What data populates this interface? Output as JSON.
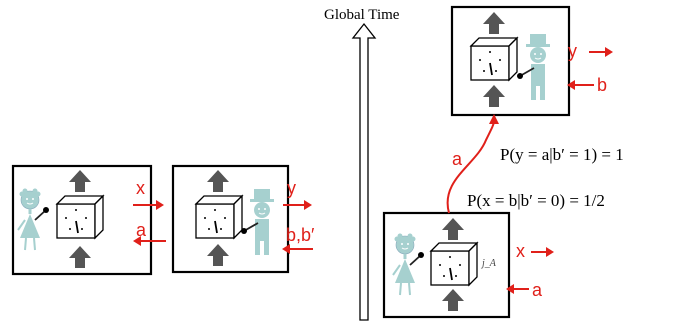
{
  "global_time_label": "Global Time",
  "box1": {
    "out_label": "x",
    "in_label": "a"
  },
  "box2": {
    "out_label": "y",
    "in_label": "b,b′"
  },
  "box3": {
    "out_label": "x",
    "in_label": "a",
    "clock_label": "j_A"
  },
  "box4": {
    "out_label": "y",
    "in_label": "b"
  },
  "transit_label": "a",
  "eq_upper": "P(y = a|b′ = 1) = 1",
  "eq_lower": "P(x = b|b′ = 0) = 1/2",
  "colors": {
    "signal": "#e0201a",
    "figure": "#a6d0cf",
    "arrow": "#555555",
    "frame": "#000000"
  }
}
